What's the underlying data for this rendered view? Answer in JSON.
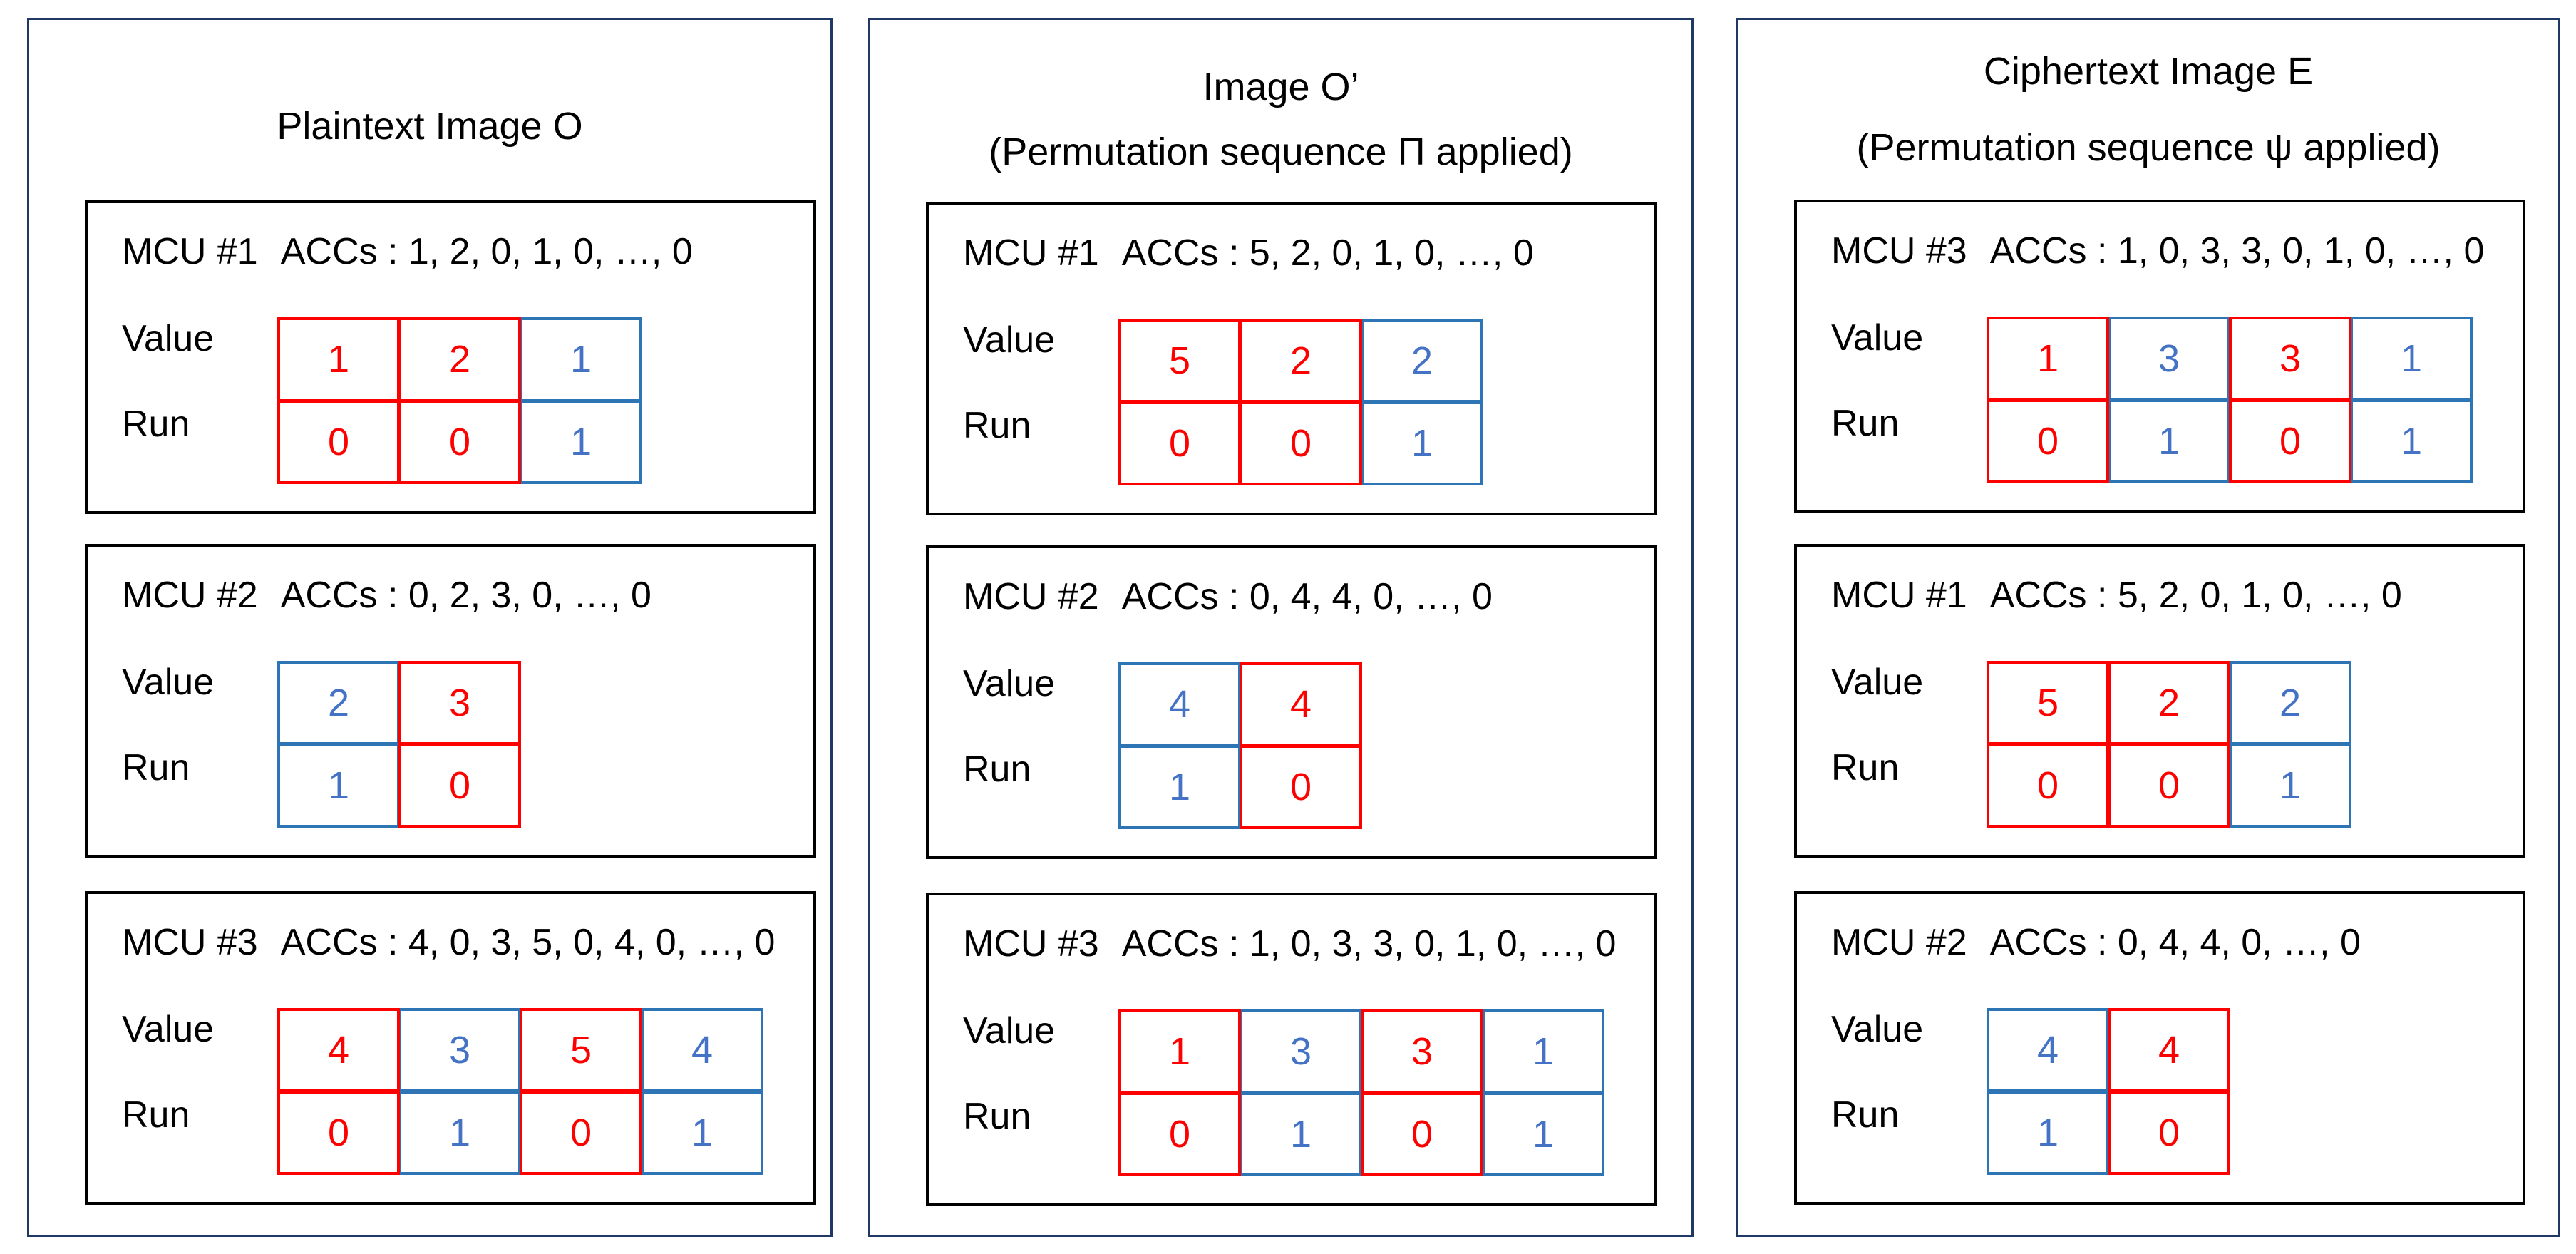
{
  "colors": {
    "panel_border": "#1f3864",
    "red_cell": "#ff0000",
    "blue_cell": "#2e75b6",
    "blue_text": "#4472c4"
  },
  "panels": [
    {
      "title_lines": [
        "Plaintext Image O"
      ],
      "mcus": [
        {
          "label": "MCU #1",
          "accs": "ACCs : 1, 2, 0, 1, 0, …, 0",
          "value_label": "Value",
          "run_label": "Run",
          "cells": [
            {
              "value": "1",
              "run": "0",
              "color": "red"
            },
            {
              "value": "2",
              "run": "0",
              "color": "red"
            },
            {
              "value": "1",
              "run": "1",
              "color": "blue"
            }
          ]
        },
        {
          "label": "MCU #2",
          "accs": "ACCs : 0, 2, 3, 0, …, 0",
          "value_label": "Value",
          "run_label": "Run",
          "cells": [
            {
              "value": "2",
              "run": "1",
              "color": "blue"
            },
            {
              "value": "3",
              "run": "0",
              "color": "red"
            }
          ]
        },
        {
          "label": "MCU #3",
          "accs": "ACCs : 4, 0, 3, 5, 0, 4, 0, …, 0",
          "value_label": "Value",
          "run_label": "Run",
          "cells": [
            {
              "value": "4",
              "run": "0",
              "color": "red"
            },
            {
              "value": "3",
              "run": "1",
              "color": "blue"
            },
            {
              "value": "5",
              "run": "0",
              "color": "red"
            },
            {
              "value": "4",
              "run": "1",
              "color": "blue"
            }
          ]
        }
      ]
    },
    {
      "title_lines": [
        "Image O’",
        "(Permutation sequence Π applied)"
      ],
      "mcus": [
        {
          "label": "MCU #1",
          "accs": "ACCs : 5, 2, 0, 1, 0, …, 0",
          "value_label": "Value",
          "run_label": "Run",
          "cells": [
            {
              "value": "5",
              "run": "0",
              "color": "red"
            },
            {
              "value": "2",
              "run": "0",
              "color": "red"
            },
            {
              "value": "2",
              "run": "1",
              "color": "blue"
            }
          ]
        },
        {
          "label": "MCU #2",
          "accs": "ACCs : 0, 4, 4, 0, …, 0",
          "value_label": "Value",
          "run_label": "Run",
          "cells": [
            {
              "value": "4",
              "run": "1",
              "color": "blue"
            },
            {
              "value": "4",
              "run": "0",
              "color": "red"
            }
          ]
        },
        {
          "label": "MCU #3",
          "accs": "ACCs : 1, 0, 3, 3, 0, 1, 0, …, 0",
          "value_label": "Value",
          "run_label": "Run",
          "cells": [
            {
              "value": "1",
              "run": "0",
              "color": "red"
            },
            {
              "value": "3",
              "run": "1",
              "color": "blue"
            },
            {
              "value": "3",
              "run": "0",
              "color": "red"
            },
            {
              "value": "1",
              "run": "1",
              "color": "blue"
            }
          ]
        }
      ]
    },
    {
      "title_lines": [
        "Ciphertext Image E",
        "(Permutation sequence ψ applied)"
      ],
      "mcus": [
        {
          "label": "MCU #3",
          "accs": "ACCs : 1, 0, 3, 3, 0, 1, 0, …, 0",
          "value_label": "Value",
          "run_label": "Run",
          "cells": [
            {
              "value": "1",
              "run": "0",
              "color": "red"
            },
            {
              "value": "3",
              "run": "1",
              "color": "blue"
            },
            {
              "value": "3",
              "run": "0",
              "color": "red"
            },
            {
              "value": "1",
              "run": "1",
              "color": "blue"
            }
          ]
        },
        {
          "label": "MCU #1",
          "accs": "ACCs : 5, 2, 0, 1, 0, …, 0",
          "value_label": "Value",
          "run_label": "Run",
          "cells": [
            {
              "value": "5",
              "run": "0",
              "color": "red"
            },
            {
              "value": "2",
              "run": "0",
              "color": "red"
            },
            {
              "value": "2",
              "run": "1",
              "color": "blue"
            }
          ]
        },
        {
          "label": "MCU #2",
          "accs": "ACCs : 0, 4, 4, 0, …, 0",
          "value_label": "Value",
          "run_label": "Run",
          "cells": [
            {
              "value": "4",
              "run": "1",
              "color": "blue"
            },
            {
              "value": "4",
              "run": "0",
              "color": "red"
            }
          ]
        }
      ]
    }
  ]
}
